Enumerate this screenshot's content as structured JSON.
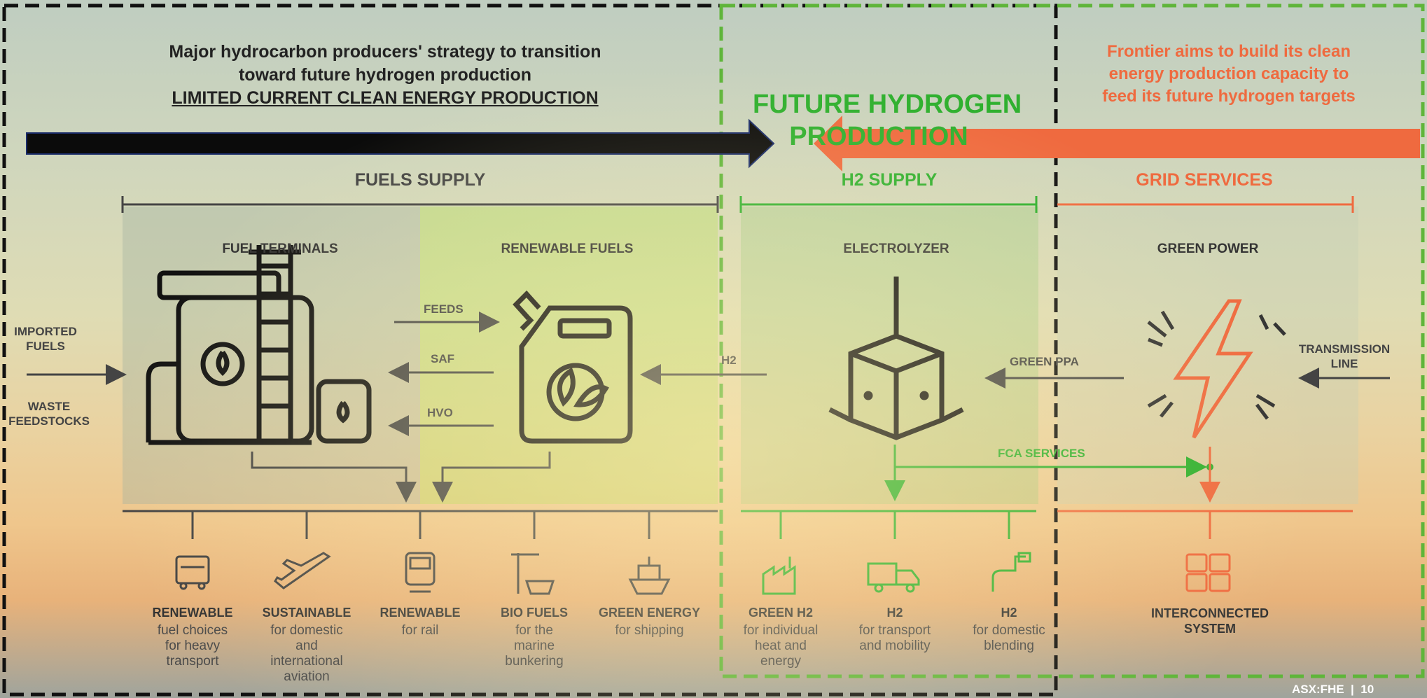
{
  "header": {
    "left_line1": "Major hydrocarbon producers' strategy to transition",
    "left_line2": "toward future hydrogen production",
    "left_line3": "LIMITED CURRENT CLEAN ENERGY PRODUCTION",
    "center_line1": "FUTURE HYDROGEN",
    "center_line2": "PRODUCTION",
    "right_line1": "Frontier aims to build its clean",
    "right_line2": "energy production capacity to",
    "right_line3": "feed its future hydrogen targets"
  },
  "sections": {
    "fuels_supply": "FUELS SUPPLY",
    "h2_supply": "H2 SUPPLY",
    "grid_services": "GRID SERVICES"
  },
  "panels": {
    "fuel_terminals": "FUEL TERMINALS",
    "renewable_fuels": "RENEWABLE FUELS",
    "electrolyzer": "ELECTROLYZER",
    "green_power": "GREEN POWER"
  },
  "flows": {
    "imported_fuels": "IMPORTED\nFUELS",
    "waste_feedstocks": "WASTE\nFEEDSTOCKS",
    "feeds": "FEEDS",
    "saf": "SAF",
    "hvo": "HVO",
    "h2": "H2",
    "green_ppa": "GREEN PPA",
    "transmission_line": "TRANSMISSION\nLINE",
    "fca_services": "FCA SERVICES"
  },
  "uses": [
    {
      "title": "RENEWABLE",
      "desc": "fuel choices\nfor heavy\ntransport",
      "icon": "truck-icon"
    },
    {
      "title": "SUSTAINABLE",
      "desc": "for domestic\nand\ninternational\naviation",
      "icon": "plane-icon"
    },
    {
      "title": "RENEWABLE",
      "desc": "for rail",
      "icon": "train-icon"
    },
    {
      "title": "BIO FUELS",
      "desc": "for the\nmarine\nbunkering",
      "icon": "port-crane-icon"
    },
    {
      "title": "GREEN ENERGY",
      "desc": "for shipping",
      "icon": "ship-icon"
    },
    {
      "title": "GREEN H2",
      "desc": "for individual\nheat and\nenergy",
      "icon": "factory-icon"
    },
    {
      "title": "H2",
      "desc": "for transport\nand mobility",
      "icon": "delivery-truck-icon"
    },
    {
      "title": "H2",
      "desc": "for domestic\nblending",
      "icon": "pipe-icon"
    },
    {
      "title": "INTERCONNECTED\nSYSTEM",
      "desc": "",
      "icon": "grid-squares-icon"
    }
  ],
  "footer": "ASX:FHE  |  10",
  "colors": {
    "black": "#111111",
    "green": "#2fb02f",
    "orange": "#ef6a3f"
  }
}
